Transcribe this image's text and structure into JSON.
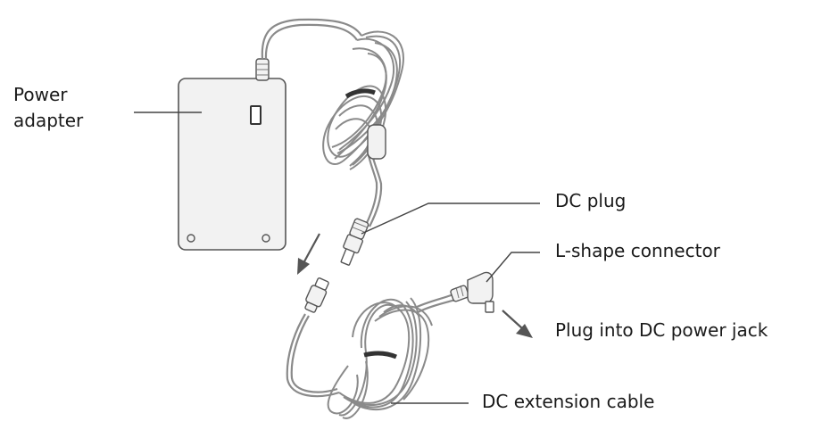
{
  "labels": {
    "power_adapter_line1": "Power",
    "power_adapter_line2": "adapter",
    "dc_plug": "DC plug",
    "l_shape_connector": "L-shape connector",
    "plug_into_jack": "Plug into DC power jack",
    "dc_extension_cable": "DC extension cable"
  },
  "colors": {
    "stroke": "#555555",
    "cable": "#8a8a8a",
    "body_fill": "#f2f2f2",
    "text": "#1a1a1a"
  }
}
